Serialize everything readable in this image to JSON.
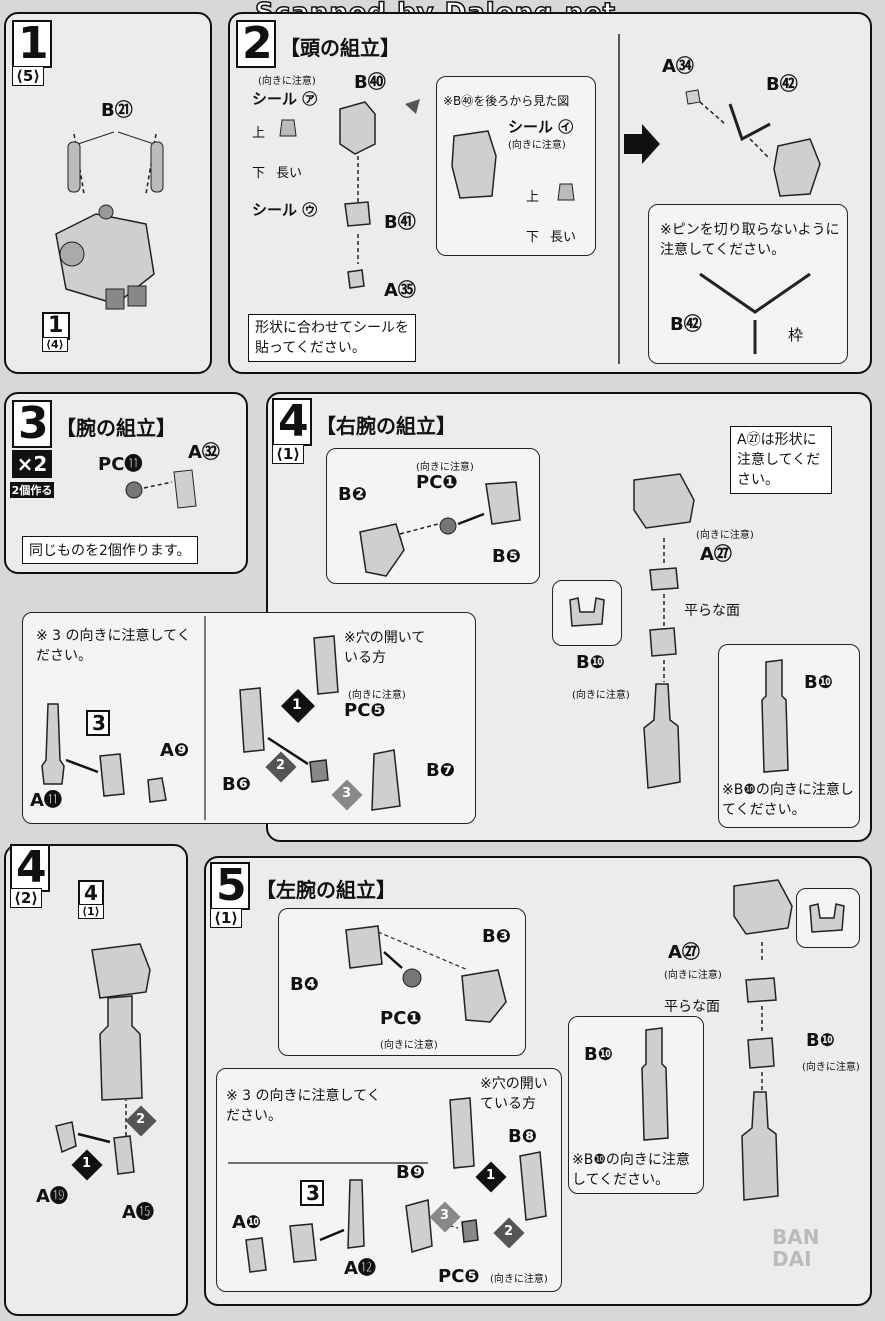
{
  "watermark": "Scanned by Dalong.net",
  "step1": {
    "num": "1",
    "sub": "⟨5⟩",
    "part_label": "B㉑",
    "ref_num": "1",
    "ref_sub": "⟨4⟩"
  },
  "step2": {
    "num": "2",
    "title": "【頭の組立】",
    "sticker_a": "シール ㋐",
    "dir_note": "(向きに注意)",
    "up": "上",
    "down": "下",
    "long": "長い",
    "b40": "B㊵",
    "sticker_u": "シール ㋒",
    "b41": "B㊶",
    "a35": "A㉟",
    "sticker_note": "形状に合わせてシールを貼ってください。",
    "back_view": "※B㊵を後ろから見た図",
    "sticker_i": "シール ㋑",
    "dir_note2": "(向きに注意)",
    "up2": "上",
    "down2": "下",
    "long2": "長い",
    "a34": "A㉞",
    "b42": "B㊷",
    "pin_note": "※ピンを切り取らないように注意してください。",
    "b42b": "B㊷",
    "frame": "枠"
  },
  "step3": {
    "num": "3",
    "title": "【腕の組立】",
    "x2": "×2",
    "make2": "2個作る",
    "pc11": "PC⓫",
    "a32": "A㉜",
    "note": "同じものを2個作ります。"
  },
  "step4_1": {
    "num": "4",
    "sub": "⟨1⟩",
    "title": "【右腕の組立】",
    "b2": "B❷",
    "pc1": "PC❶",
    "pc1_dir": "(向きに注意)",
    "b5": "B❺",
    "a27_note": "A㉗は形状に注意してください。",
    "a27": "A㉗",
    "a27_dir": "(向きに注意)",
    "flat": "平らな面",
    "b10": "B❿",
    "b10_dir": "(向きに注意)",
    "b10b": "B❿",
    "b10_note": "※B❿の向きに注意してください。",
    "step3_note": "※ 3 の向きに注意してください。",
    "ref3": "3",
    "a11": "A⓫",
    "a9": "A❾",
    "hole_note": "※穴の開いている方",
    "pc5": "PC❺",
    "pc5_dir": "(向きに注意)",
    "b6": "B❻",
    "b7": "B❼",
    "s1": "1",
    "s2": "2",
    "s3": "3"
  },
  "step4_2": {
    "num": "4",
    "sub": "⟨2⟩",
    "ref_num": "4",
    "ref_sub": "⟨1⟩",
    "a19": "A⓳",
    "a15": "A⓯",
    "s1": "1",
    "s2": "2"
  },
  "step5_1": {
    "num": "5",
    "sub": "⟨1⟩",
    "title": "【左腕の組立】",
    "b3": "B❸",
    "b4": "B❹",
    "pc1": "PC❶",
    "pc1_dir": "(向きに注意)",
    "a27": "A㉗",
    "a27_dir": "(向きに注意)",
    "flat": "平らな面",
    "b10": "B❿",
    "b10_dir": "(向きに注意)",
    "b10b": "B❿",
    "b10_note": "※B❿の向きに注意してください。",
    "step3_note": "※ 3 の向きに注意してください。",
    "ref3": "3",
    "hole_note": "※穴の開いている方",
    "b8": "B❽",
    "b9": "B❾",
    "a10": "A❿",
    "a12": "A⓬",
    "pc5": "PC❺",
    "pc5_dir": "(向きに注意)",
    "s1": "1",
    "s2": "2",
    "s3": "3",
    "bandai": "BAN DAI"
  }
}
